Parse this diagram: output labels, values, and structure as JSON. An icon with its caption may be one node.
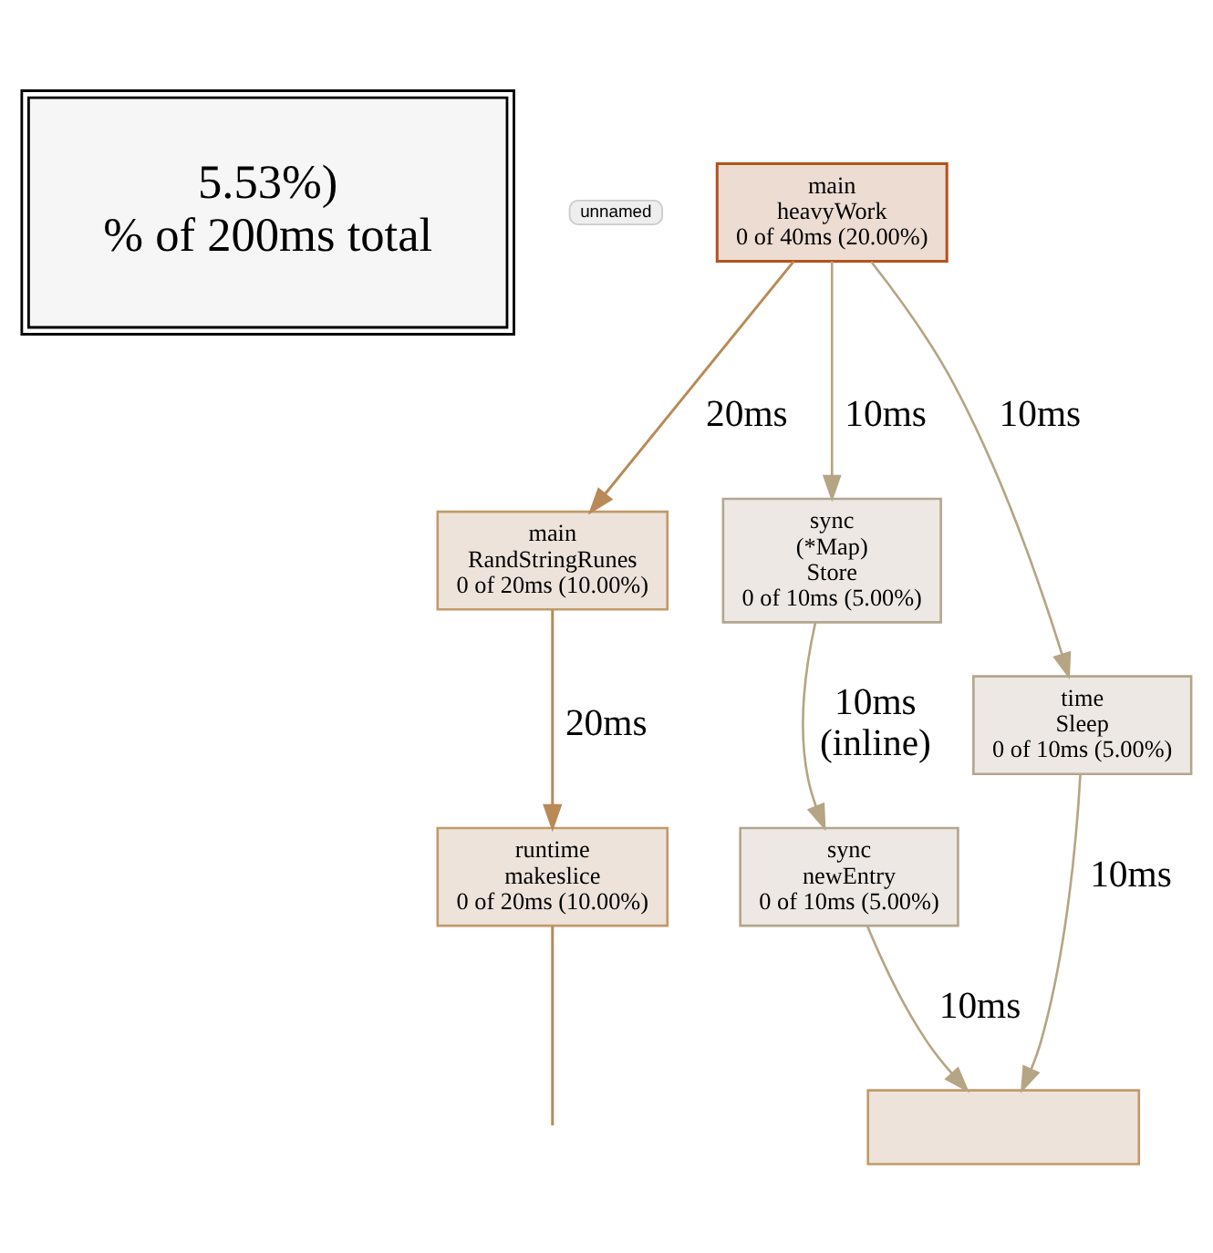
{
  "diagram": {
    "nodes": [
      {
        "text": [
          "5.53%)",
          "% of 200ms total"
        ]
      },
      {
        "text": [
          "main",
          "heavyWork",
          "0 of 40ms (20.00%)"
        ]
      },
      {
        "text": [
          "main",
          "RandStringRunes",
          "0 of 20ms (10.00%)"
        ]
      },
      {
        "text": [
          "sync",
          "(*Map)",
          "Store",
          "0 of 10ms (5.00%)"
        ]
      },
      {
        "text": [
          "time",
          "Sleep",
          "0 of 10ms (5.00%)"
        ]
      },
      {
        "text": [
          "runtime",
          "makeslice",
          "0 of 20ms (10.00%)"
        ]
      },
      {
        "text": [
          "sync",
          "newEntry",
          "0 of 10ms (5.00%)"
        ]
      },
      {
        "text": [],
        "shape": "box"
      }
    ],
    "edges": [
      {
        "from": 1,
        "to": 2,
        "arrow": "to",
        "label": "20ms",
        "color": "#b98a58"
      },
      {
        "from": 1,
        "to": 3,
        "arrow": "to",
        "label": "10ms"
      },
      {
        "from": 1,
        "to": 4,
        "arrow": "to",
        "label": "10ms"
      },
      {
        "from": 2,
        "to": 5,
        "arrow": "to",
        "label": "20ms",
        "color": "#b98a58"
      },
      {
        "from": 3,
        "to": 6,
        "arrow": "to",
        "label": "10ms (inline)"
      },
      {
        "from": 6,
        "to": 7,
        "arrow": "to",
        "label": "10ms"
      },
      {
        "from": 4,
        "to": 7,
        "arrow": "to",
        "label": "10ms"
      },
      {
        "from": 5,
        "to": null,
        "arrow": "none",
        "color": "#b98a58"
      }
    ],
    "labels": [
      "unnamed"
    ]
  }
}
